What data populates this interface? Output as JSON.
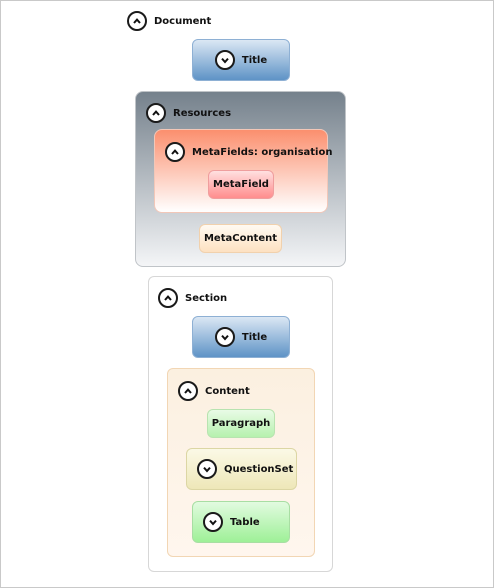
{
  "nodes": {
    "document": "Document",
    "document_title": "Title",
    "resources": "Resources",
    "metafields": "MetaFields: organisation",
    "metafield": "MetaField",
    "metacontent": "MetaContent",
    "section": "Section",
    "section_title": "Title",
    "content": "Content",
    "paragraph": "Paragraph",
    "questionset": "QuestionSet",
    "table": "Table"
  },
  "icons": {
    "collapse": "chevron-up-icon",
    "expand": "chevron-down-icon"
  },
  "colors": {
    "title_blue": "#5e93c6",
    "resources_gray": "#75818c",
    "metafields_orange": "#fb8f6e",
    "metafield_red": "#ff8d8d",
    "metacontent_peach": "#fde1c1",
    "content_cream": "#fbf0e0",
    "paragraph_green": "#b6f1ae",
    "questionset_khaki": "#eee7b8",
    "table_green": "#9ef097"
  }
}
